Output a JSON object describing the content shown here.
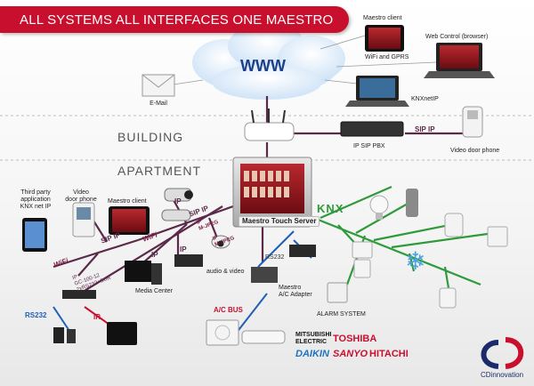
{
  "title": "ALL SYSTEMS ALL INTERFACES ONE MAESTRO",
  "cloud_label": "WWW",
  "zones": {
    "building": "BUILDING",
    "apartment": "APARTMENT"
  },
  "device_labels": {
    "email": "E-Mail",
    "maestro_client_top": "Maestro client",
    "wifi_gprs": "WiFi and GPRS",
    "web_control": "Web Control (browser)",
    "knxnetip": "KNXnetIP",
    "ip_sip_pbx": "IP SIP PBX",
    "video_door_phone_building": "Video door phone",
    "third_party": "Third party\napplication\nKNX net IP",
    "video_door_phone": "Video\ndoor phone",
    "maestro_client": "Maestro client",
    "maestro_touch_server": "Maestro Touch Server",
    "media_center": "Media Center",
    "audio_video": "audio & video",
    "maestro_ac_adapter": "Maestro\nA/C Adapter",
    "alarm_system": "ALARM SYSTEM",
    "knx": "KNX",
    "ip_converter": "IP\nGC-100-12\n2xRS232+6xIR"
  },
  "wire_labels": {
    "sip_ip_building": "SIP IP",
    "sip_ip_1": "SIP IP",
    "sip_ip_2": "SIP IP",
    "wifi_1": "WiFi",
    "wifi_2": "WiFi",
    "ip_1": "IP",
    "ip_2": "IP",
    "ip_mjpeg": "IP\nM-JPEG",
    "ip_mjpeg_2": "IP\nM-JPEG",
    "ip_3": "IP",
    "rs232_1": "RS232",
    "rs232_2": "RS232",
    "ir": "IR",
    "ac_bus": "A/C BUS"
  },
  "brands": {
    "mitsubishi": "MITSUBISHI\nELECTRIC",
    "toshiba": "TOSHIBA",
    "daikin": "DAIKIN",
    "sanyo": "SANYO",
    "hitachi": "HITACHI",
    "company": "CDinnovation"
  },
  "colors": {
    "banner": "#c8102e",
    "ip_line": "#5b2a4a",
    "knx_line": "#2e9a3a",
    "ac_line": "#1f5fb8",
    "rs232_line": "#1f5fb8",
    "ir_line": "#c8102e",
    "wifi_text": "#7a1a40"
  }
}
